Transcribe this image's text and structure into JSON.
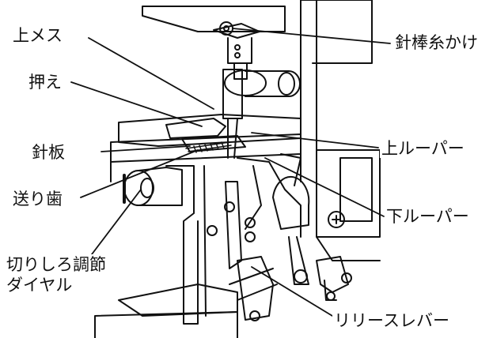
{
  "labels": {
    "upper_knife": "上メス",
    "presser": "押え",
    "needle_plate": "針板",
    "feed_dog": "送り歯",
    "cutting_width_line1": "切りしろ調節",
    "cutting_width_line2": "ダイヤル",
    "needle_bar_thread_guide": "針棒糸かけ",
    "upper_looper": "上ルーパー",
    "lower_looper": "下ルーパー",
    "release_lever": "リリースレバー"
  }
}
